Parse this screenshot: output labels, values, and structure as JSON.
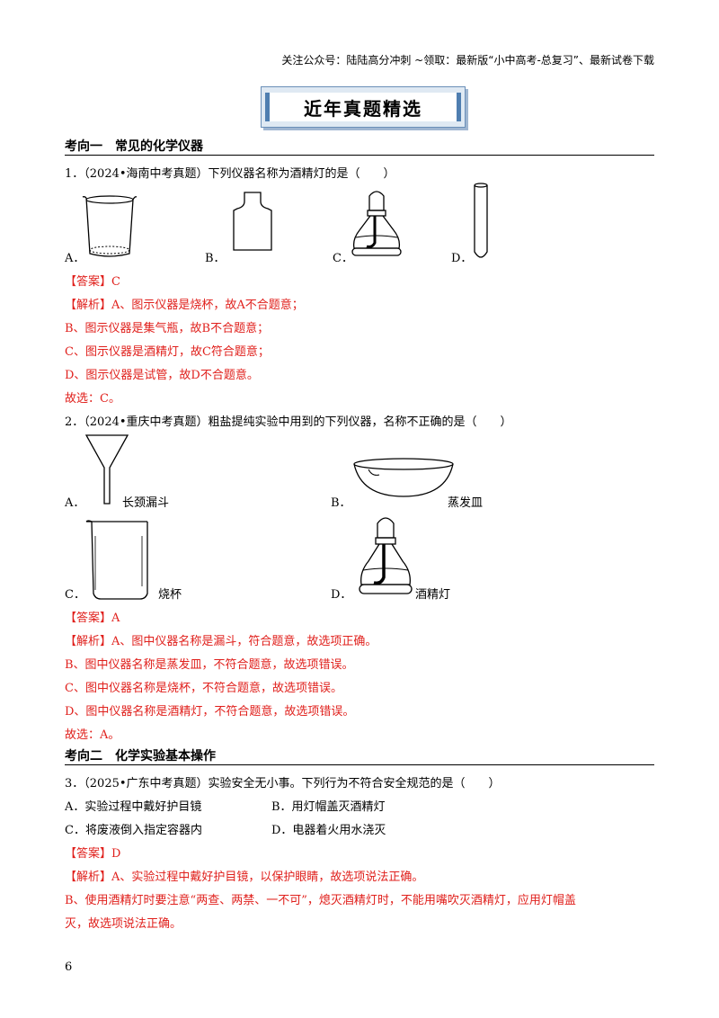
{
  "header_note": "关注公众号：陆陆高分冲刺 ~领取：最新版“小中高考-总复习”、最新试卷下载",
  "banner_title": "近年真题精选",
  "section1": "考向一　常见的化学仪器",
  "q1": {
    "stem": "1．（2024•海南中考真题）下列仪器名称为酒精灯的是（　　）",
    "options": [
      "A．",
      "B．",
      "C．",
      "D．"
    ],
    "answer": "【答案】C",
    "analysis": [
      "【解析】A、图示仪器是烧杯，故A不合题意；",
      "B、图示仪器是集气瓶，故B不合题意；",
      "C、图示仪器是酒精灯，故C符合题意；",
      "D、图示仪器是试管，故D不合题意。"
    ],
    "conclusion": "故选：C。"
  },
  "q2": {
    "stem": "2．（2024•重庆中考真题）粗盐提纯实验中用到的下列仪器，名称不正确的是（　　）",
    "options": [
      "A．",
      "B．",
      "C．",
      "D．"
    ],
    "captions": [
      "长颈漏斗",
      "蒸发皿",
      "烧杯",
      "酒精灯"
    ],
    "answer": "【答案】A",
    "analysis": [
      "【解析】A、图中仪器名称是漏斗，符合题意，故选项正确。",
      "B、图中仪器名称是蒸发皿，不符合题意，故选项错误。",
      "C、图中仪器名称是烧杯，不符合题意，故选项错误。",
      "D、图中仪器名称是酒精灯，不符合题意，故选项错误。"
    ],
    "conclusion": "故选：A。"
  },
  "section2": "考向二　化学实验基本操作",
  "q3": {
    "stem": "3．（2025•广东中考真题）实验安全无小事。下列行为不符合安全规范的是（　　）",
    "options": [
      "A．实验过程中戴好护目镜",
      "B．用灯帽盖灭酒精灯",
      "C．将废液倒入指定容器内",
      "D．电器着火用水浇灭"
    ],
    "answer": "【答案】D",
    "analysis": [
      "【解析】A、实验过程中戴好护目镜，以保护眼睛，故选项说法正确。",
      "B、使用酒精灯时要注意“两查、两禁、一不可”，熄灭酒精灯时，不能用嘴吹灭酒精灯，应用灯帽盖",
      "灭，故选项说法正确。"
    ]
  },
  "page_number": "6",
  "colors": {
    "answer_red": "#e0201c",
    "banner_blue": "#4f7eb0"
  }
}
